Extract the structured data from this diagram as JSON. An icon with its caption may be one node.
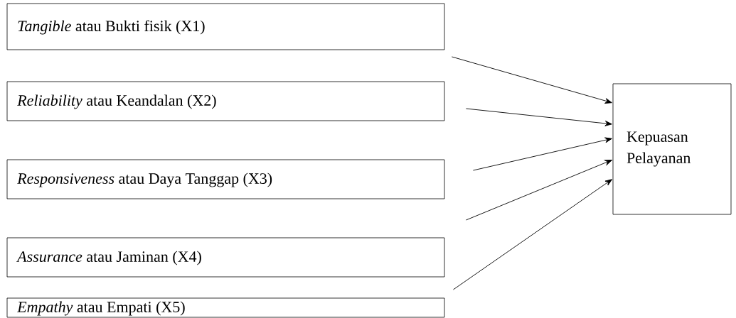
{
  "diagram": {
    "nodes": [
      {
        "text": [
          "*Tangible* atau Bukti fisik (X1)"
        ]
      },
      {
        "text": [
          "*Reliability* atau Keandalan (X2)"
        ]
      },
      {
        "text": [
          "*Responsiveness* atau Daya Tanggap (X3)"
        ]
      },
      {
        "text": [
          "*Assurance* atau Jaminan (X4)"
        ]
      },
      {
        "text": [
          "*Empathy* atau Empati (X5)"
        ]
      },
      {
        "text": [
          "Kepuasan Pelayanan"
        ]
      }
    ],
    "edges": [
      {
        "from": 0,
        "to": 5,
        "arrow": "to"
      },
      {
        "from": 1,
        "to": 5,
        "arrow": "to"
      },
      {
        "from": 2,
        "to": 5,
        "arrow": "to"
      },
      {
        "from": 3,
        "to": 5,
        "arrow": "to"
      },
      {
        "from": 4,
        "to": 5,
        "arrow": "to"
      }
    ]
  }
}
